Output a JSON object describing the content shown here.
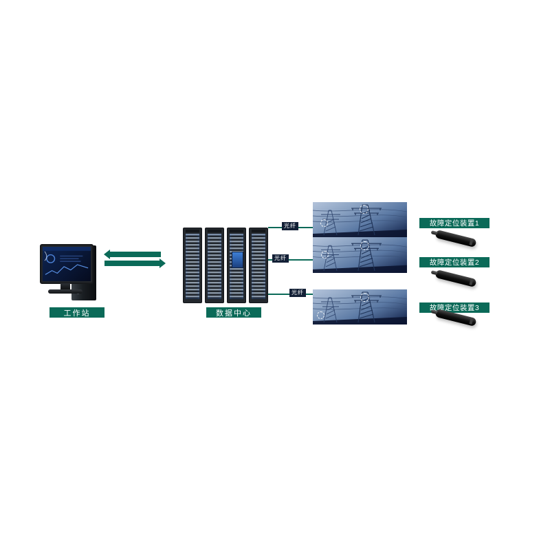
{
  "diagram": {
    "workstation": {
      "label": "工作站"
    },
    "datacenter": {
      "label": "数据中心"
    },
    "links": [
      {
        "tag": "光纤"
      },
      {
        "tag": "光纤"
      },
      {
        "tag": "光纤"
      }
    ],
    "stations": [
      {
        "device_label": "故障定位装置1"
      },
      {
        "device_label": "故障定位装置2"
      },
      {
        "device_label": "故障定位装置3"
      }
    ],
    "colors": {
      "accent_teal": "#0b6a58",
      "tag_navy": "#132036",
      "photo_sky": "#7d98bd",
      "device_black": "#0c0c0c"
    }
  }
}
